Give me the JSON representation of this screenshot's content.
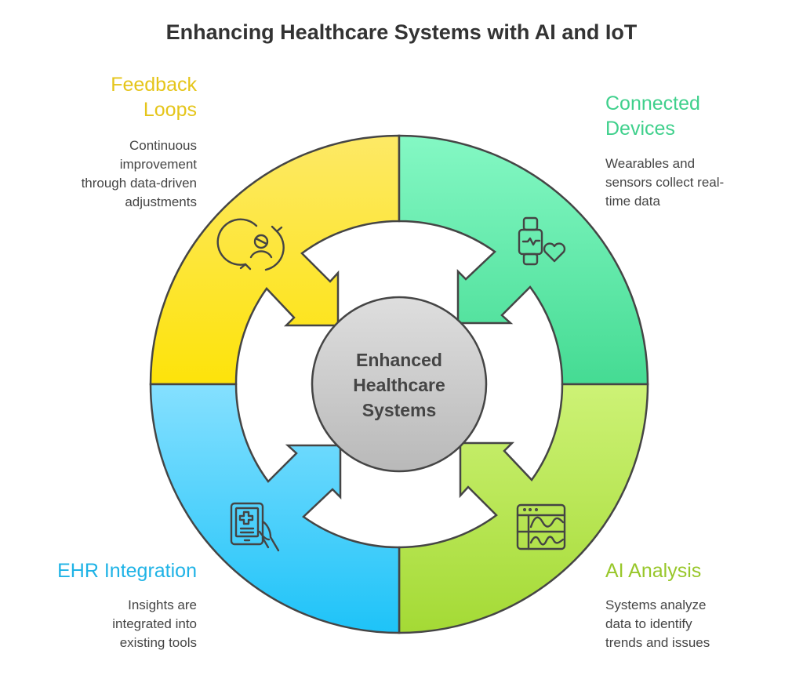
{
  "title": "Enhancing Healthcare Systems with AI and IoT",
  "center": {
    "label": "Enhanced\nHealthcare\nSystems"
  },
  "stages": [
    {
      "id": "feedback-loops",
      "title": "Feedback\nLoops",
      "description": "Continuous\nimprovement\nthrough data-driven\nadjustments",
      "icon": "user-cycle-icon",
      "color": "#e5c51a"
    },
    {
      "id": "connected-devices",
      "title": "Connected\nDevices",
      "description": "Wearables and\nsensors collect real-\ntime data",
      "icon": "smartwatch-heart-icon",
      "color": "#3fd08c"
    },
    {
      "id": "ai-analysis",
      "title": "AI Analysis",
      "description": "Systems analyze\ndata to identify\ntrends and issues",
      "icon": "analytics-window-icon",
      "color": "#98c72a"
    },
    {
      "id": "ehr-integration",
      "title": "EHR Integration",
      "description": "Insights are\nintegrated into\nexisting tools",
      "icon": "medical-tablet-icon",
      "color": "#1fb3e6"
    }
  ]
}
